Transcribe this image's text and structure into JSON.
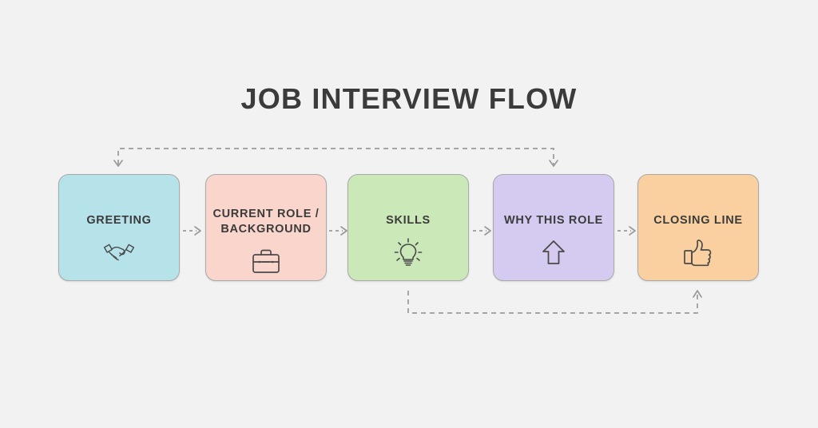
{
  "diagram": {
    "title": "JOB INTERVIEW FLOW",
    "background_color": "#f2f2f2",
    "title_color": "#3b3b3b",
    "connector_color": "#9a9a9a",
    "stages": [
      {
        "label": "GREETING",
        "icon": "handshake-icon",
        "fill": "#b6e3ea",
        "border": "#a9a9a9"
      },
      {
        "label": "CURRENT ROLE / BACKGROUND",
        "label_line1": "CURRENT ROLE /",
        "label_line2": "BACKGROUND",
        "icon": "briefcase-icon",
        "fill": "#fad5cb",
        "border": "#a9a9a9"
      },
      {
        "label": "SKILLS",
        "icon": "lightbulb-icon",
        "fill": "#cbe8b8",
        "border": "#a9a9a9"
      },
      {
        "label": "WHY THIS ROLE",
        "icon": "up-arrow-icon",
        "fill": "#d5cbf0",
        "border": "#a9a9a9"
      },
      {
        "label": "CLOSING LINE",
        "icon": "thumbs-up-icon",
        "fill": "#fad0a0",
        "border": "#a9a9a9"
      }
    ],
    "connectors": [
      {
        "from": "GREETING",
        "to": "CURRENT ROLE / BACKGROUND",
        "style": "dashed-arrow-right"
      },
      {
        "from": "CURRENT ROLE / BACKGROUND",
        "to": "SKILLS",
        "style": "dashed-arrow-right"
      },
      {
        "from": "SKILLS",
        "to": "WHY THIS ROLE",
        "style": "dashed-arrow-right"
      },
      {
        "from": "WHY THIS ROLE",
        "to": "CLOSING LINE",
        "style": "dashed-arrow-right"
      },
      {
        "from": "WHY THIS ROLE",
        "to": "GREETING",
        "style": "dashed-feedback-top"
      },
      {
        "from": "SKILLS",
        "to": "CLOSING LINE",
        "style": "dashed-feedback-bottom"
      }
    ]
  }
}
